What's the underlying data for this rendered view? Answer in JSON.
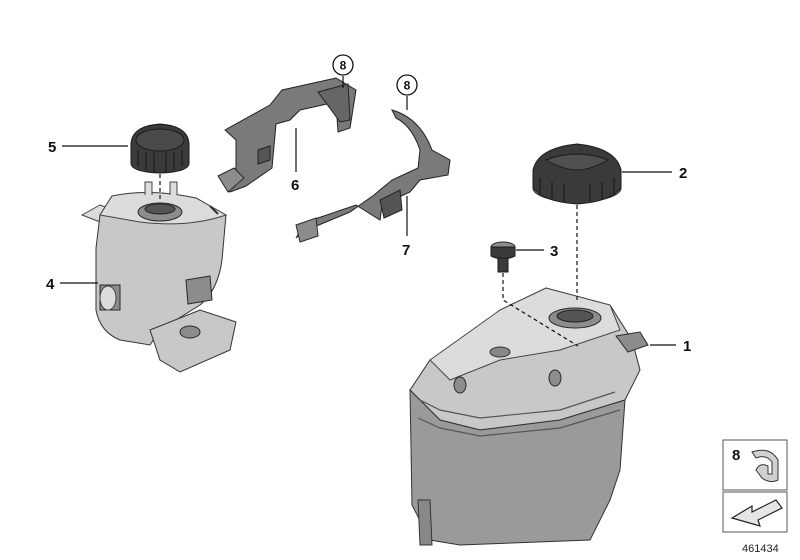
{
  "callouts": {
    "c1": "1",
    "c2": "2",
    "c3": "3",
    "c4": "4",
    "c5": "5",
    "c6": "6",
    "c7": "7",
    "c8a": "8",
    "c8b": "8"
  },
  "legend": {
    "top_number": "8"
  },
  "diagram_id": "461434"
}
